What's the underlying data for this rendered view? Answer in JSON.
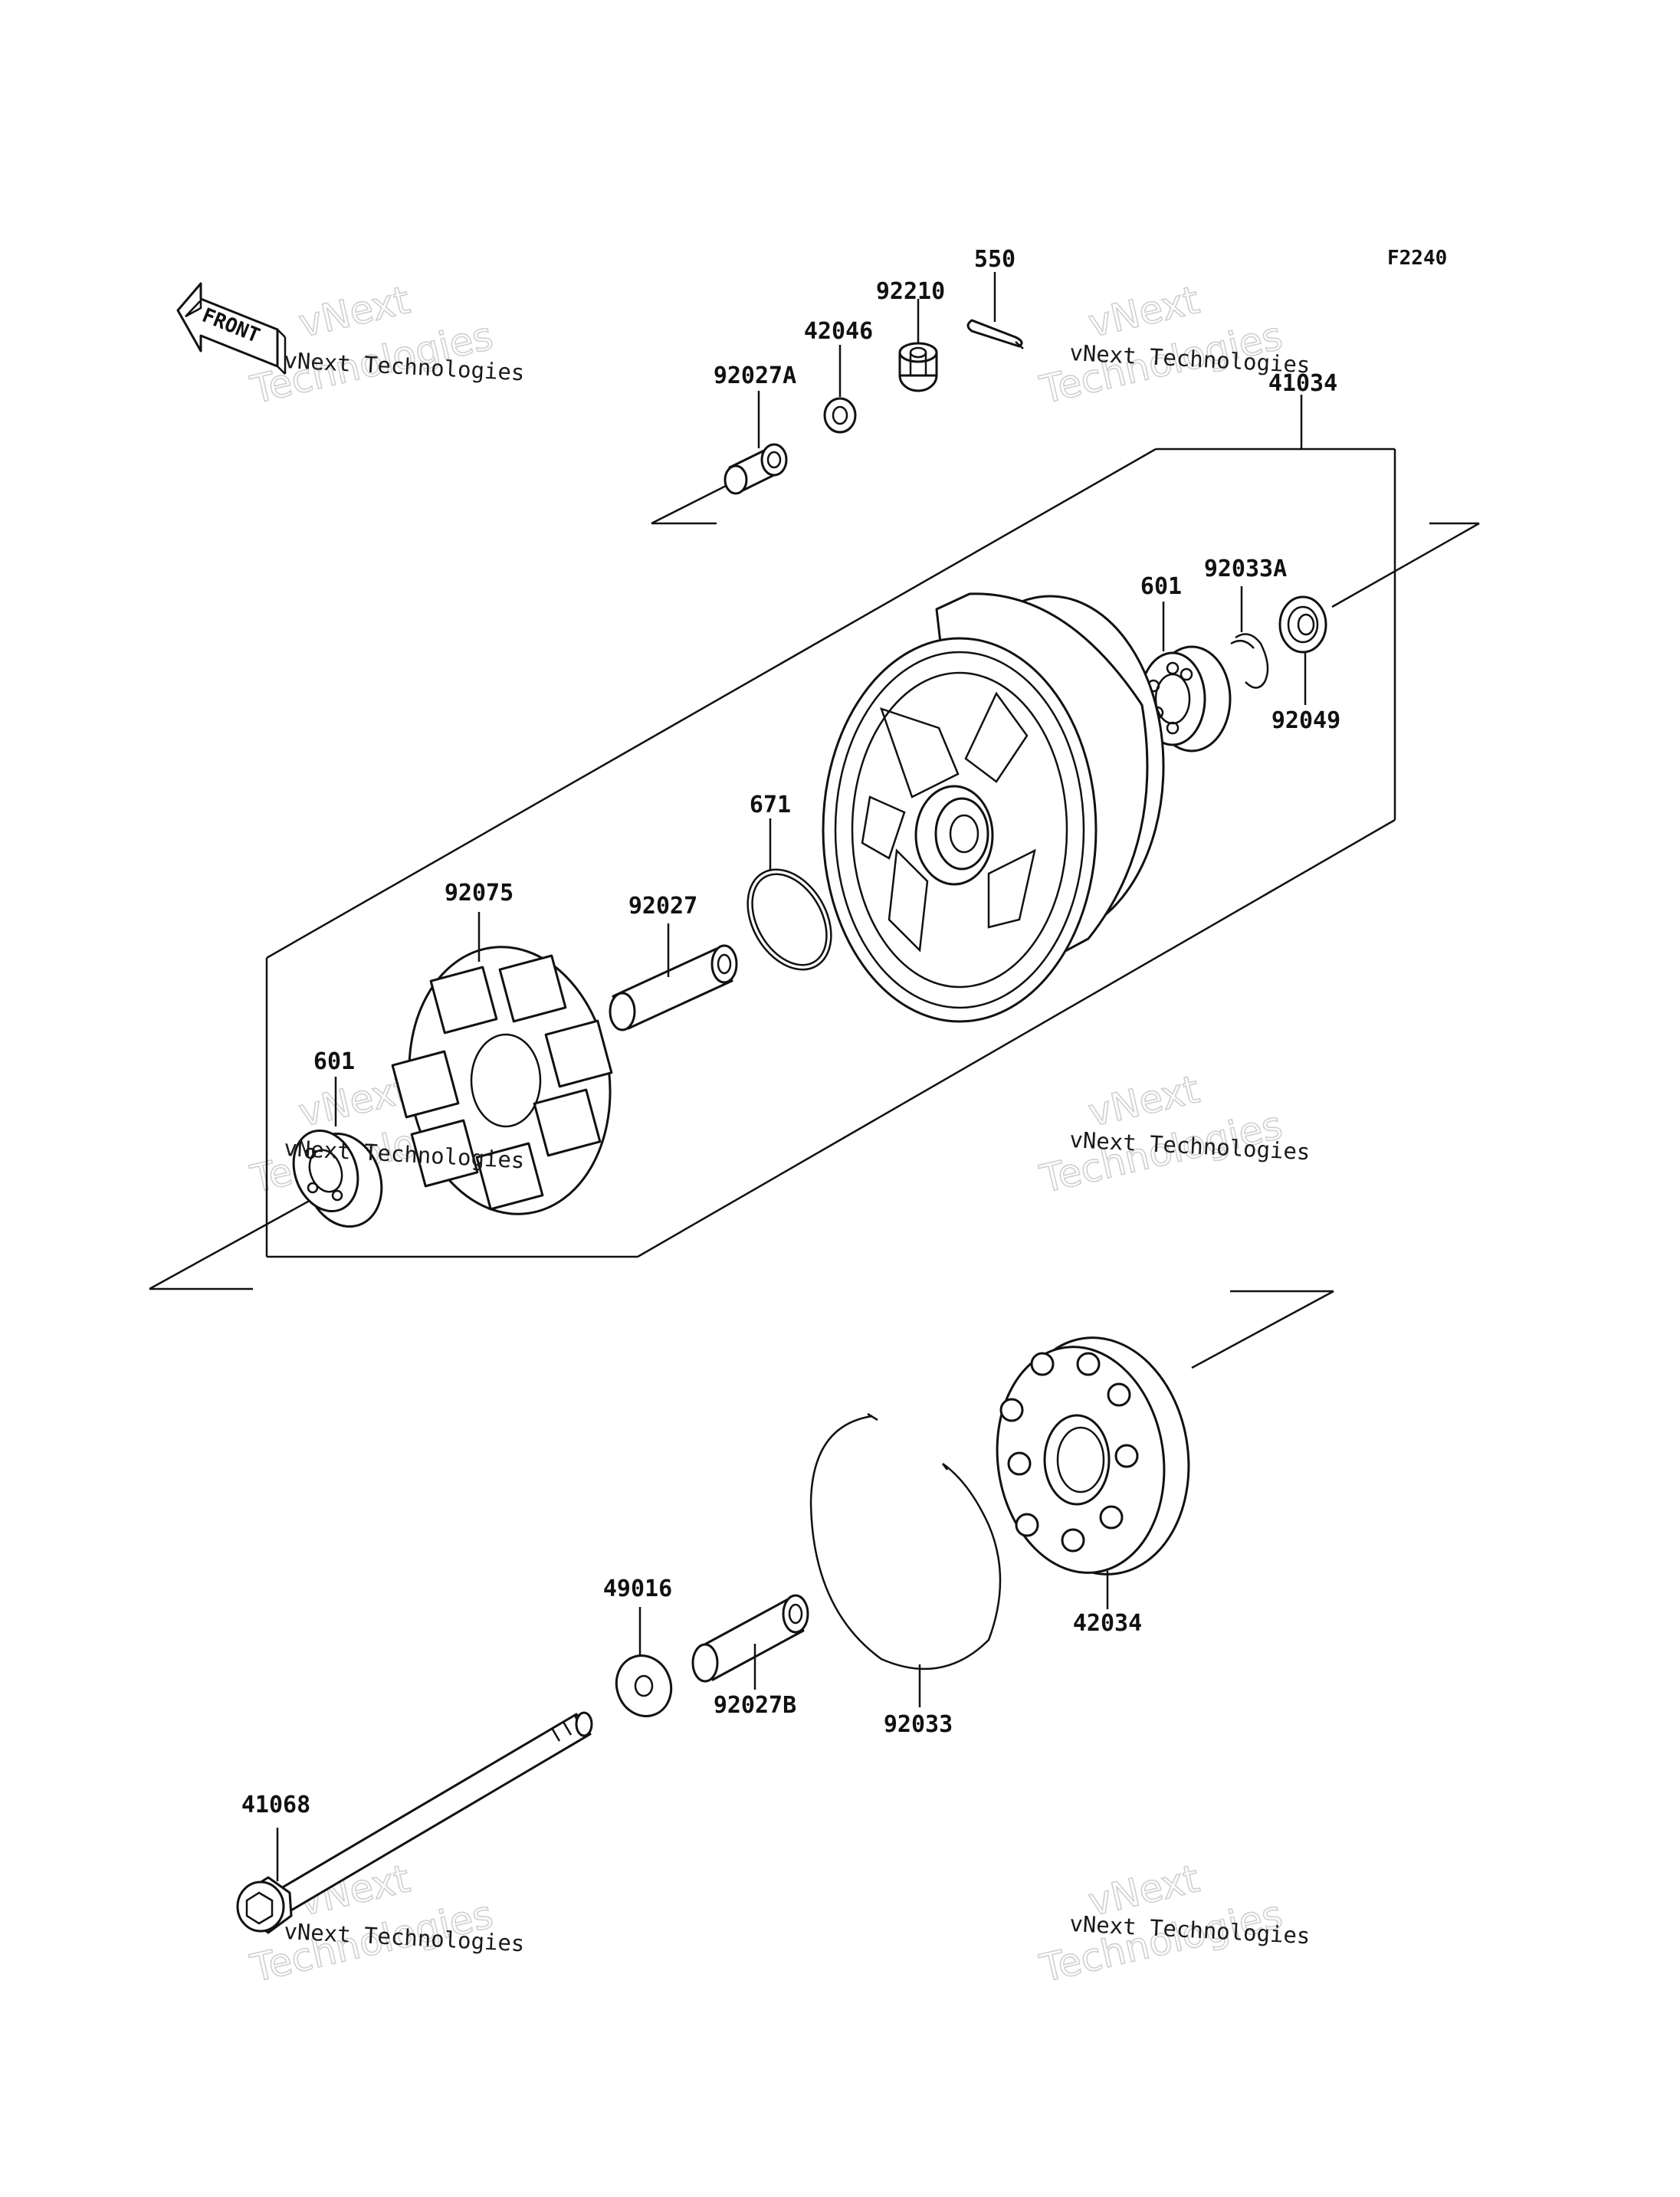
{
  "diagram_code": "F2240",
  "front_label": "FRONT",
  "parts": [
    {
      "id": "p550",
      "label": "550"
    },
    {
      "id": "p92210",
      "label": "92210"
    },
    {
      "id": "p42046",
      "label": "42046"
    },
    {
      "id": "p92027A",
      "label": "92027A"
    },
    {
      "id": "p41034",
      "label": "41034"
    },
    {
      "id": "p601a",
      "label": "601"
    },
    {
      "id": "p92033A",
      "label": "92033A"
    },
    {
      "id": "p92049",
      "label": "92049"
    },
    {
      "id": "p671",
      "label": "671"
    },
    {
      "id": "p92027",
      "label": "92027"
    },
    {
      "id": "p92075",
      "label": "92075"
    },
    {
      "id": "p601b",
      "label": "601"
    },
    {
      "id": "p49016",
      "label": "49016"
    },
    {
      "id": "p92027B",
      "label": "92027B"
    },
    {
      "id": "p92033",
      "label": "92033"
    },
    {
      "id": "p42034",
      "label": "42034"
    },
    {
      "id": "p41068",
      "label": "41068"
    }
  ],
  "watermark": {
    "line1": "vNext",
    "line2": "vNext Technologies",
    "line3": "Technologies"
  },
  "colors": {
    "ink": "#111111",
    "watermark": "#d0d0d0",
    "background": "#ffffff"
  }
}
